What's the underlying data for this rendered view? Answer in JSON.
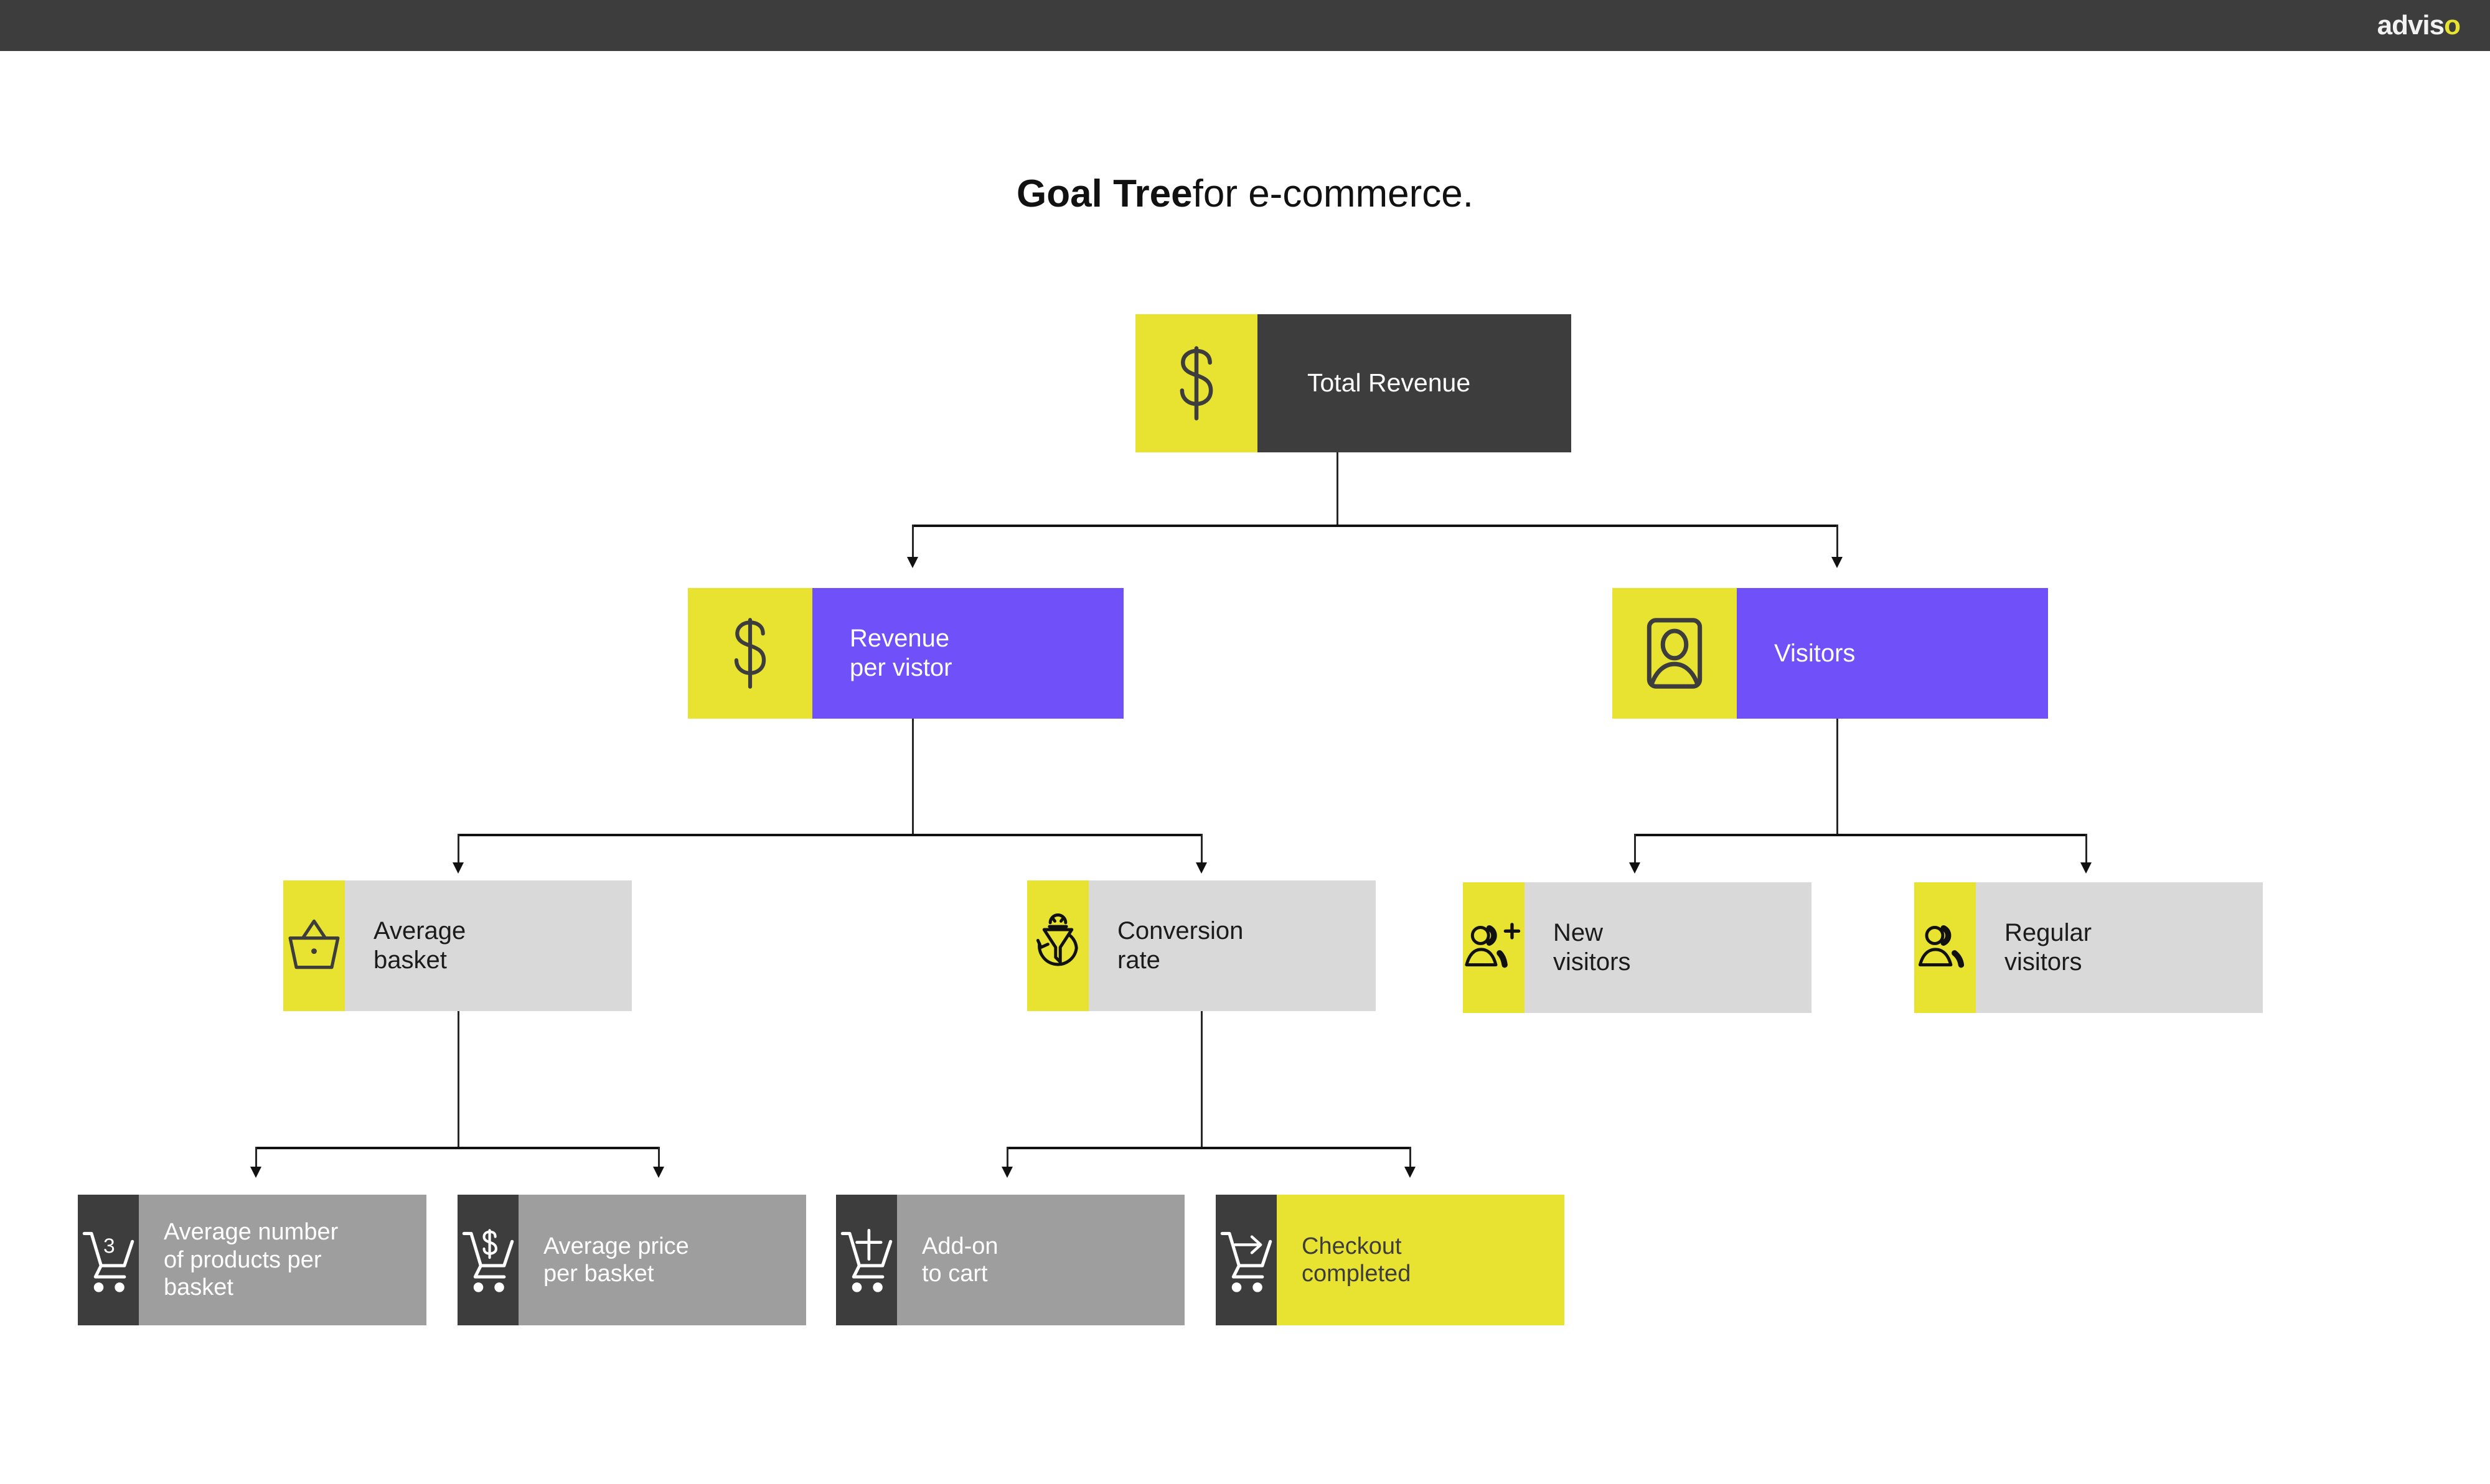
{
  "topbar": {
    "logo_main": "advis",
    "logo_accent": "o"
  },
  "title": {
    "bold": "Goal Tree",
    "regular": "for e-commerce."
  },
  "colors": {
    "yellow": "#e8e331",
    "purple": "#7050f8",
    "dark": "#3d3d3d",
    "light_gray": "#d9d9d9",
    "medium_gray": "#9e9e9e",
    "white": "#ffffff",
    "topbar": "#3d3d3d"
  },
  "tree": {
    "level1": [
      {
        "id": "total-revenue",
        "label": "Total Revenue",
        "icon": "dollar-sign-icon"
      }
    ],
    "level2": [
      {
        "id": "revenue-per-visitor",
        "label": "Revenue\nper vistor",
        "icon": "dollar-sign-icon"
      },
      {
        "id": "visitors",
        "label": "Visitors",
        "icon": "profile-card-icon"
      }
    ],
    "level3": [
      {
        "id": "average-basket",
        "label": "Average\nbasket",
        "icon": "shopping-basket-icon"
      },
      {
        "id": "conversion-rate",
        "label": "Conversion\nrate",
        "icon": "conversion-funnel-icon"
      },
      {
        "id": "new-visitors",
        "label": "New\nvisitors",
        "icon": "user-add-icon"
      },
      {
        "id": "regular-visitors",
        "label": "Regular\nvisitors",
        "icon": "users-group-icon"
      }
    ],
    "level4": [
      {
        "id": "average-number-products",
        "label": "Average number\nof products per\nbasket",
        "icon": "cart-three-icon",
        "icon_badge": "3",
        "highlight": false
      },
      {
        "id": "average-price-basket",
        "label": "Average price\nper basket",
        "icon": "cart-dollar-icon",
        "highlight": false
      },
      {
        "id": "add-on-to-cart",
        "label": "Add-on\nto cart",
        "icon": "cart-plus-icon",
        "highlight": false
      },
      {
        "id": "checkout-completed",
        "label": "Checkout\ncompleted",
        "icon": "cart-arrow-icon",
        "highlight": true
      }
    ]
  }
}
